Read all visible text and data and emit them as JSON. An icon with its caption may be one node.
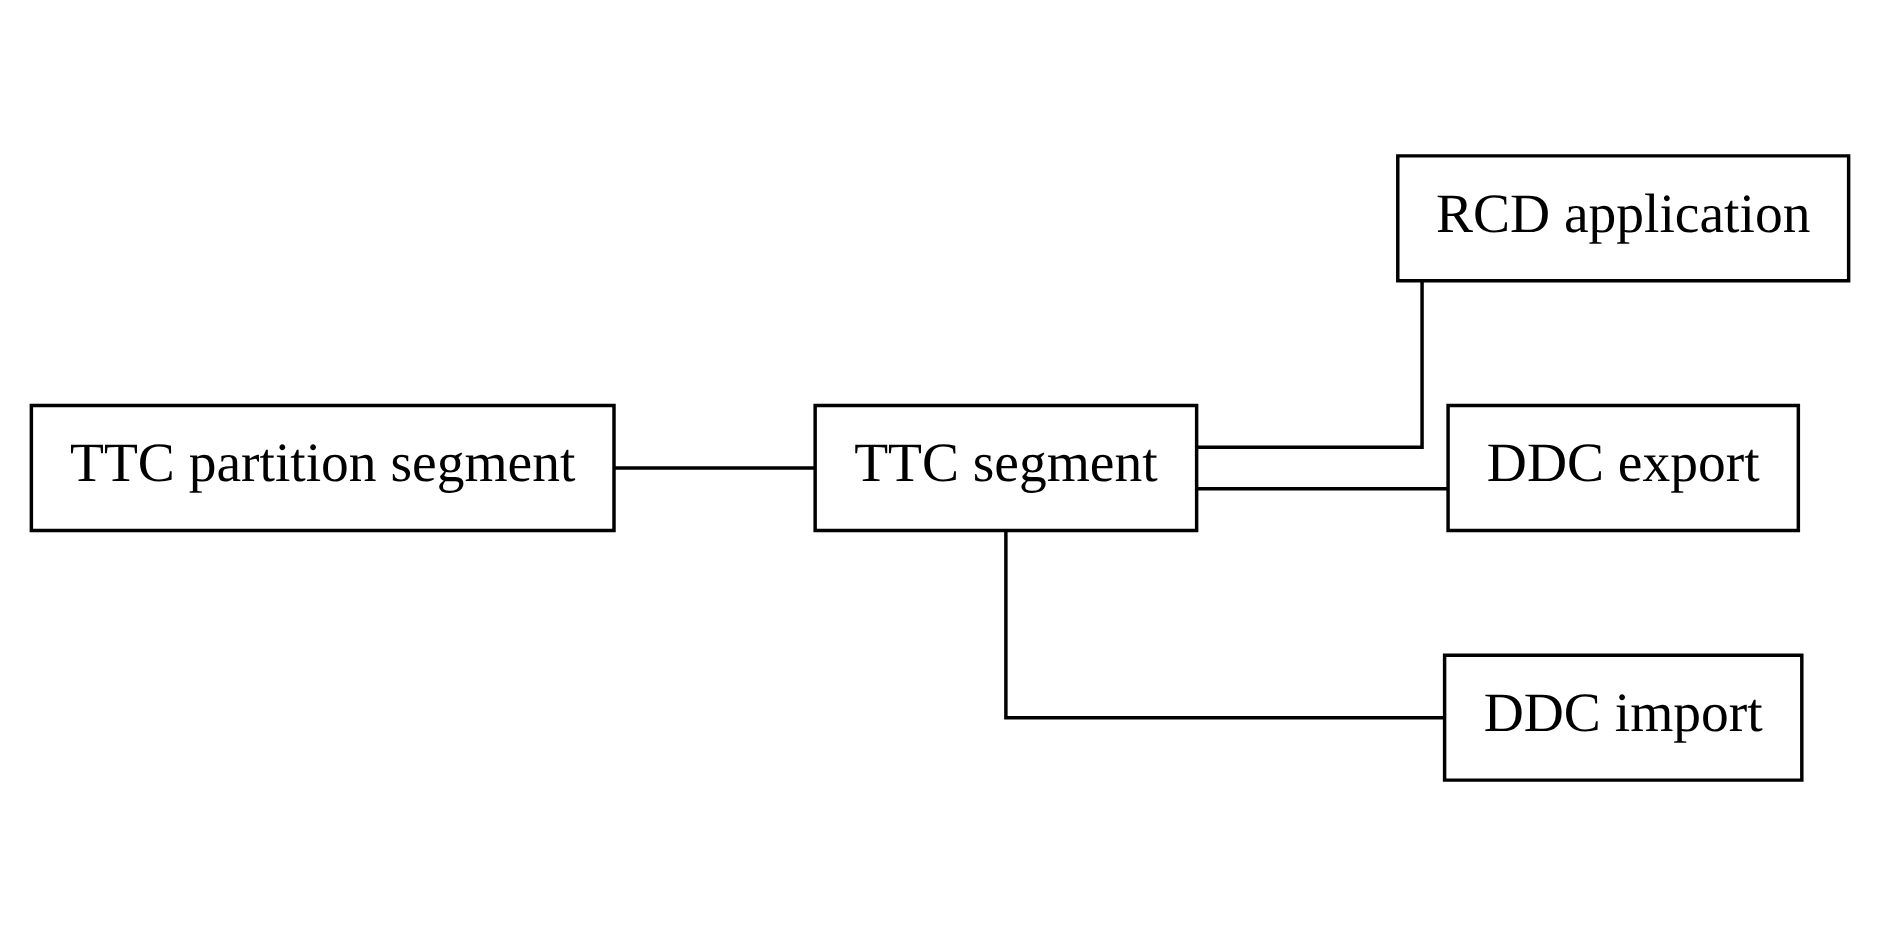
{
  "diagram": {
    "nodes": [
      {
        "text": [
          "TTC partition segment"
        ]
      },
      {
        "text": [
          "TTC segment"
        ]
      },
      {
        "text": [
          "RCD application"
        ]
      },
      {
        "text": [
          "DDC export"
        ]
      },
      {
        "text": [
          "DDC import"
        ]
      }
    ],
    "edges": [
      {
        "from": 0,
        "to": 1,
        "arrow": "none"
      },
      {
        "from": 1,
        "to": 2,
        "arrow": "none"
      },
      {
        "from": 1,
        "to": 3,
        "arrow": "none"
      },
      {
        "from": 1,
        "to": 4,
        "arrow": "none"
      }
    ]
  }
}
